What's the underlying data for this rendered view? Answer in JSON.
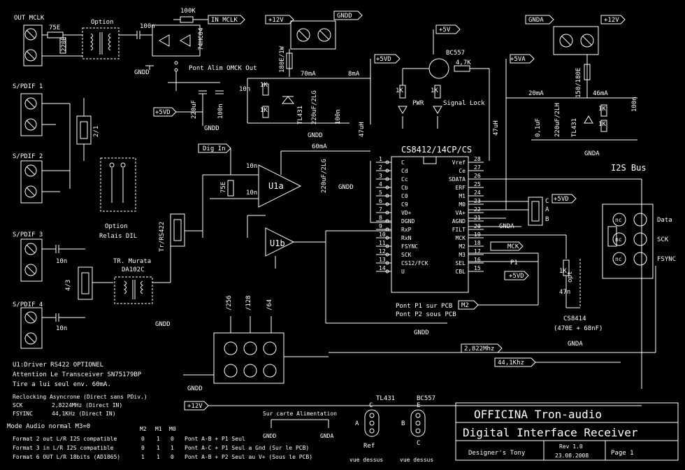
{
  "connectors": {
    "out_mclk": "OUT MCLK",
    "spdif1": "S/PDIF 1",
    "spdif2": "S/PDIF 2",
    "spdif3": "S/PDIF 3",
    "spdif4": "S/PDIF 4",
    "i2s_bus": "I2S Bus"
  },
  "components": {
    "r75e": "75E",
    "r220e": "220E",
    "option": "Option",
    "c100n": "100n",
    "r100k": "100K",
    "in_mclk": "IN MCLK",
    "ic_74hc04": "74HC04",
    "gndd": "GNDD",
    "gnda": "GNDA",
    "pont_alim": "Pont Alim OMCK Out",
    "p5vd": "+5VD",
    "p5va": "+5VA",
    "p5v": "+5V",
    "p12v": "+12V",
    "cap_220uf": "220uF",
    "c100n_b": "100n",
    "r180e": "180E/1W",
    "ma70": "70mA",
    "ma8": "8mA",
    "ma20": "20mA",
    "ma46": "46mA",
    "ma60": "60mA",
    "tl431": "TL431",
    "cap_220uf_2l": "220uF/2LG",
    "r1k": "1K",
    "uh47": "47uH",
    "bc557": "BC557",
    "r47k": "4,7K",
    "pwr": "PWR",
    "signal_lock": "Signal Lock",
    "r150_180": "150/180E",
    "c01uf": "0,1uF",
    "cap_220uf_2lh": "220uF/2LH",
    "relay_21": "2/1",
    "option_relais": "Option",
    "relais_dil": "Relais DIL",
    "dig_in": "Dig In",
    "c10n": "10n",
    "r75e_b": "75E",
    "u1a": "U1a",
    "u1b": "U1b",
    "tr_rs422": "Tr/RS422",
    "tr_murata": "TR. Murata",
    "da102c": "DA102C",
    "sel43": "4/3",
    "cs8412": "CS8412/14CP/CS",
    "cap_220uf_2lg": "220uF/2LG",
    "mck": "MCK",
    "p1": "P1",
    "cs8414": "CS8414",
    "cs8414_val": "(470E + 68nF)",
    "r47n": "47n",
    "opt": "opt",
    "pont_p1": "Pont P1 sur PCB",
    "pont_p2": "Pont P2 sous PCB",
    "m2": "M2",
    "freq_2822": "2,822Mhz",
    "freq_441": "44,1Khz",
    "div256": "/256",
    "div128": "/128",
    "div64": "/64",
    "jmp_abc": [
      "C",
      "A",
      "B"
    ]
  },
  "chip_pins_left": [
    {
      "n": "1",
      "name": "C"
    },
    {
      "n": "2",
      "name": "Cd"
    },
    {
      "n": "3",
      "name": "Cc"
    },
    {
      "n": "4",
      "name": "Cb"
    },
    {
      "n": "5",
      "name": "C0"
    },
    {
      "n": "6",
      "name": "C9"
    },
    {
      "n": "7",
      "name": "VD+"
    },
    {
      "n": "8",
      "name": "DGND"
    },
    {
      "n": "9",
      "name": "RxP"
    },
    {
      "n": "10",
      "name": "RxN"
    },
    {
      "n": "11",
      "name": "FSYNC"
    },
    {
      "n": "12",
      "name": "SCK"
    },
    {
      "n": "13",
      "name": "CS12/FCK"
    },
    {
      "n": "14",
      "name": "U"
    }
  ],
  "chip_pins_right": [
    {
      "n": "28",
      "name": "Vref"
    },
    {
      "n": "27",
      "name": "Ce"
    },
    {
      "n": "26",
      "name": "SDATA"
    },
    {
      "n": "25",
      "name": "ERF"
    },
    {
      "n": "24",
      "name": "M1"
    },
    {
      "n": "23",
      "name": "M0"
    },
    {
      "n": "22",
      "name": "VA+"
    },
    {
      "n": "21",
      "name": "AGND"
    },
    {
      "n": "20",
      "name": "FILT"
    },
    {
      "n": "19",
      "name": "MCK"
    },
    {
      "n": "18",
      "name": "M2"
    },
    {
      "n": "17",
      "name": "M3"
    },
    {
      "n": "16",
      "name": "SEL"
    },
    {
      "n": "15",
      "name": "CBL"
    }
  ],
  "i2s_pins": [
    "Data",
    "SCK",
    "FSYNC"
  ],
  "nc": "nc",
  "notes": [
    "U1:Driver RS422 OPTIONEL",
    "Attention Le Transceiver SN75179BP",
    "Tire a lui seul env. 60mA."
  ],
  "reclocking": {
    "title": "Reclocking Asyncrone (Direct sans PDiv.)",
    "rows": [
      {
        "k": "SCK",
        "v": "2,8224MHz (Direct IN)"
      },
      {
        "k": "FSYINC",
        "v": "44,1KHz (Direct IN)"
      }
    ]
  },
  "mode": {
    "title": "Mode Audio normal M3=0",
    "header": [
      "M2",
      "M1",
      "M0"
    ],
    "rows": [
      {
        "fmt": "Format 2 out L/R I2S compatible",
        "m2": "0",
        "m1": "1",
        "m0": "0",
        "desc": "Pont A-B + P1 Seul"
      },
      {
        "fmt": "Format 3 in L/R I2S compatible",
        "m2": "0",
        "m1": "1",
        "m0": "1",
        "desc": "Pont A-C + P1 Seul a Gnd (Sur le PCB)"
      },
      {
        "fmt": "Format 6 OUT L/R 18bits (AD1865)",
        "m2": "1",
        "m1": "1",
        "m0": "0",
        "desc": "Pont A-B + P2 Seul au V+ (Sous le PCB)"
      }
    ]
  },
  "alim": {
    "title": "Sur carte Alimentation",
    "gndd": "GNDD",
    "gnda": "GNDA"
  },
  "pinouts": {
    "tl431": "TL431",
    "bc557": "BC557",
    "tl_pins": [
      "C",
      "A",
      "Ref"
    ],
    "bc_pins": [
      "E",
      "B",
      "C"
    ],
    "vue": "vue dessus"
  },
  "title_block": {
    "company": "OFFICINA Tron-audio",
    "title": "Digital Interface Receiver",
    "designer": "Designer's Tony",
    "rev": "Rev 1.0",
    "date": "23.08.2008",
    "page": "Page 1"
  }
}
